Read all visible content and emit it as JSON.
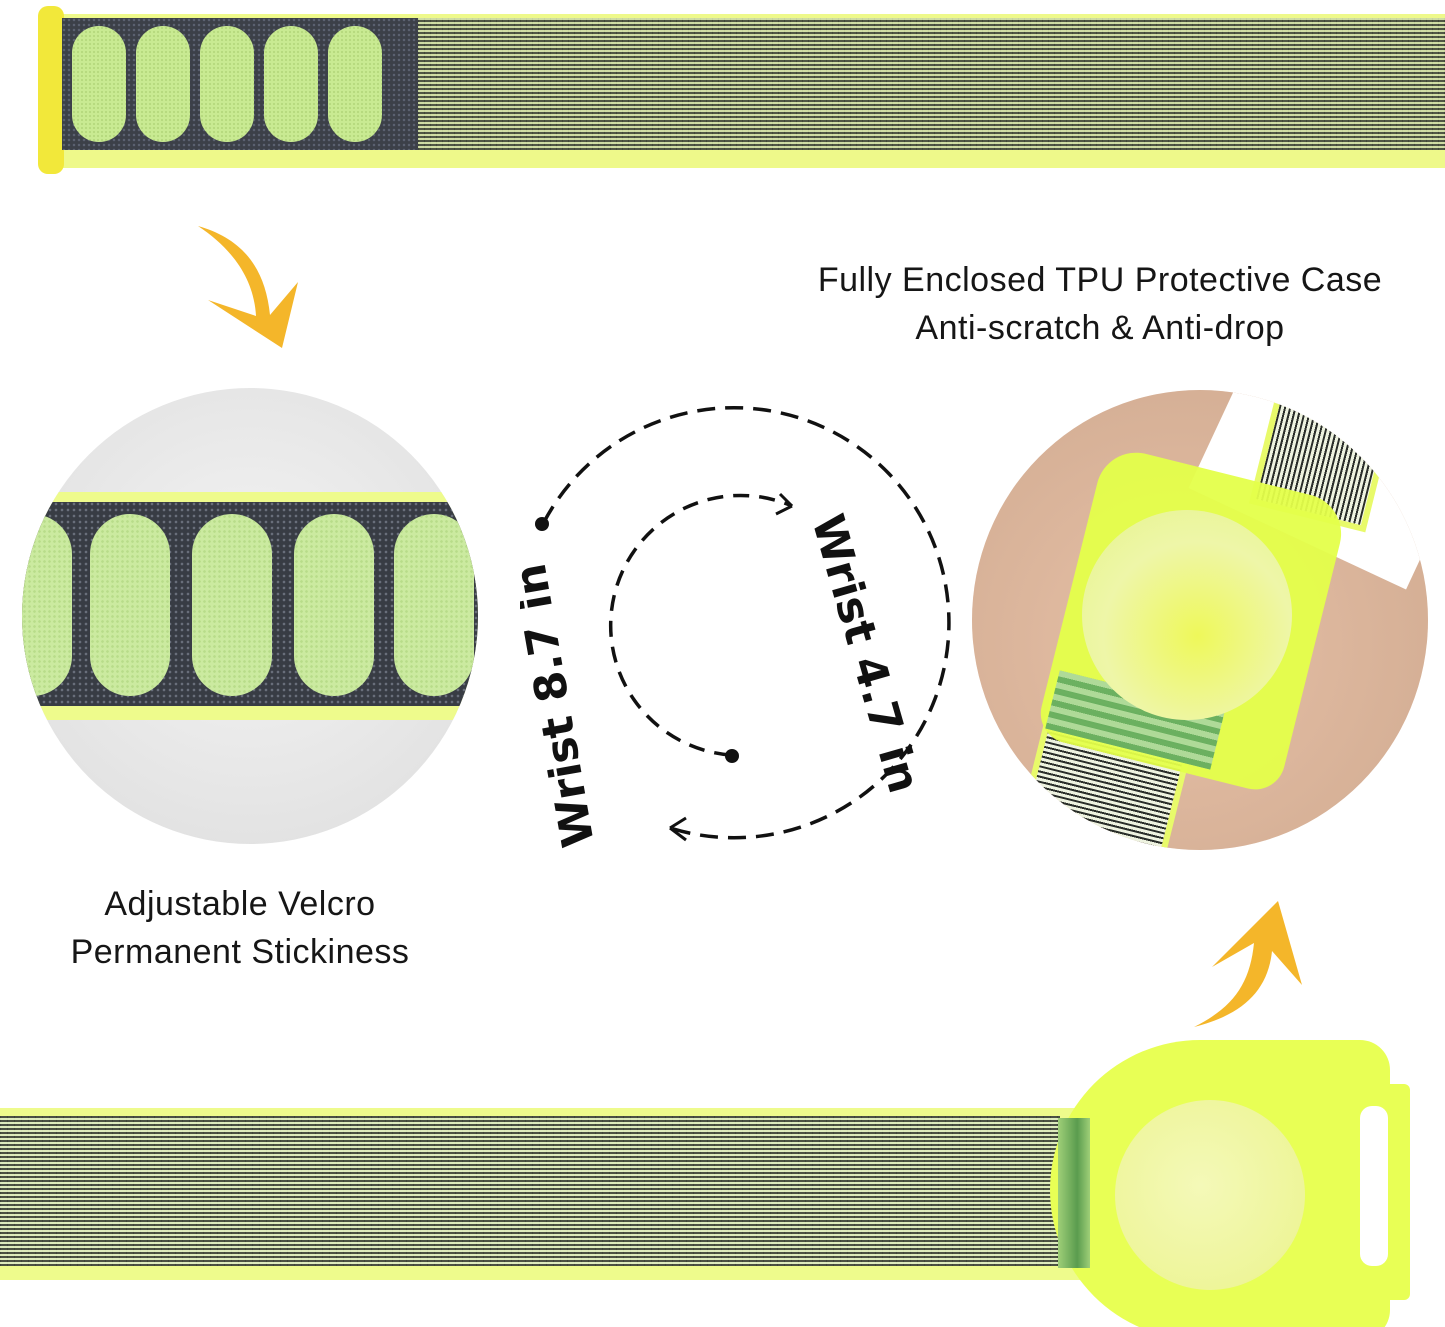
{
  "features": {
    "case": {
      "title": "Fully Enclosed TPU Protective Case",
      "subtitle": "Anti-scratch & Anti-drop"
    },
    "velcro": {
      "title": "Adjustable Velcro",
      "subtitle": "Permanent Stickiness"
    }
  },
  "size_diagram": {
    "inner_label": "Wrist 4.7 in",
    "outer_label": "Wrist 8.7 in"
  },
  "colors": {
    "strap_yellow": "#eefb8c",
    "case_yellow": "#e8ff55",
    "velcro_pill": "#c9ea92",
    "velcro_dark": "#3c4048",
    "arrow_orange": "#f4b62a",
    "skin": "#d9b49a"
  },
  "icons": {
    "arrow_down": "curved-arrow-down-icon",
    "arrow_up": "curved-arrow-up-icon"
  }
}
